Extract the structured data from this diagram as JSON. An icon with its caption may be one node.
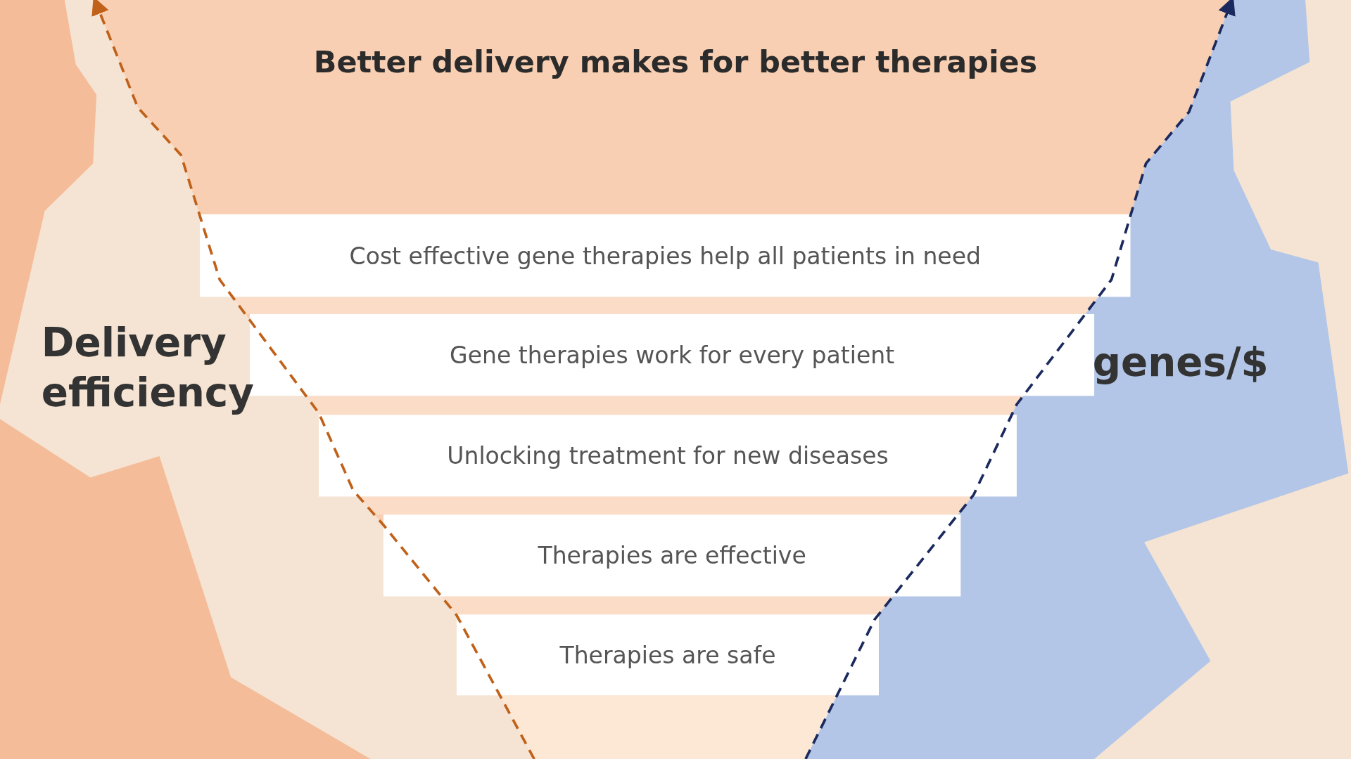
{
  "diagram": {
    "title": "Better delivery makes for better therapies",
    "nodes": [
      {
        "text": [
          "Cost effective gene therapies help all patients in need"
        ]
      },
      {
        "text": [
          "Gene therapies work for every patient"
        ]
      },
      {
        "text": [
          "Unlocking treatment for new diseases"
        ]
      },
      {
        "text": [
          "Therapies are effective"
        ]
      },
      {
        "text": [
          "Therapies are safe"
        ]
      }
    ],
    "edges": [],
    "labels": [
      "Delivery efficiency",
      "genes/$"
    ]
  }
}
